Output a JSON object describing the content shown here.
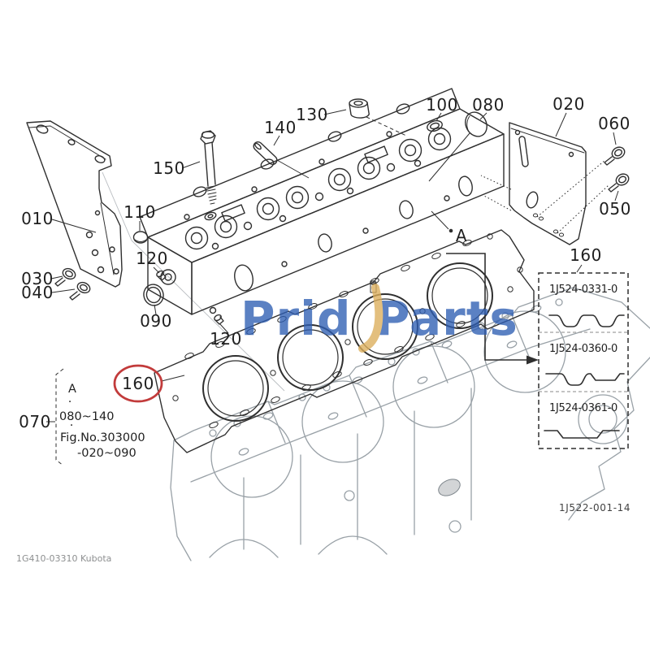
{
  "figure": {
    "footer_left": "1G410-03310 Kubota",
    "footer_right": "1J522-001-14"
  },
  "watermark": {
    "prefix": "Prid",
    "suffix": "Parts"
  },
  "callouts": {
    "c010": "010",
    "c020": "020",
    "c030": "030",
    "c040": "040",
    "c050": "050",
    "c060": "060",
    "c070": "070",
    "c080": "080",
    "c090": "090",
    "c100": "100",
    "c110": "110",
    "c120": "120",
    "c130": "130",
    "c140": "140",
    "c150": "150",
    "c160": "160",
    "section_a": "A"
  },
  "ref_note": {
    "line_a": "A",
    "bullet": "·",
    "range1": "080~140",
    "fig_no": "Fig.No.303000",
    "range2": "-020~090"
  },
  "variant_box": {
    "label": "160",
    "items": [
      {
        "part_number": "1J524-0331-0"
      },
      {
        "part_number": "1J524-0360-0"
      },
      {
        "part_number": "1J524-0361-0"
      }
    ]
  },
  "colors": {
    "highlight_red": "#c23b3b",
    "watermark_blue": "#2e5eb3",
    "watermark_gold": "#dcae5a",
    "drawing_ink": "#2f2f2f",
    "block_gray": "#99a1a7"
  }
}
